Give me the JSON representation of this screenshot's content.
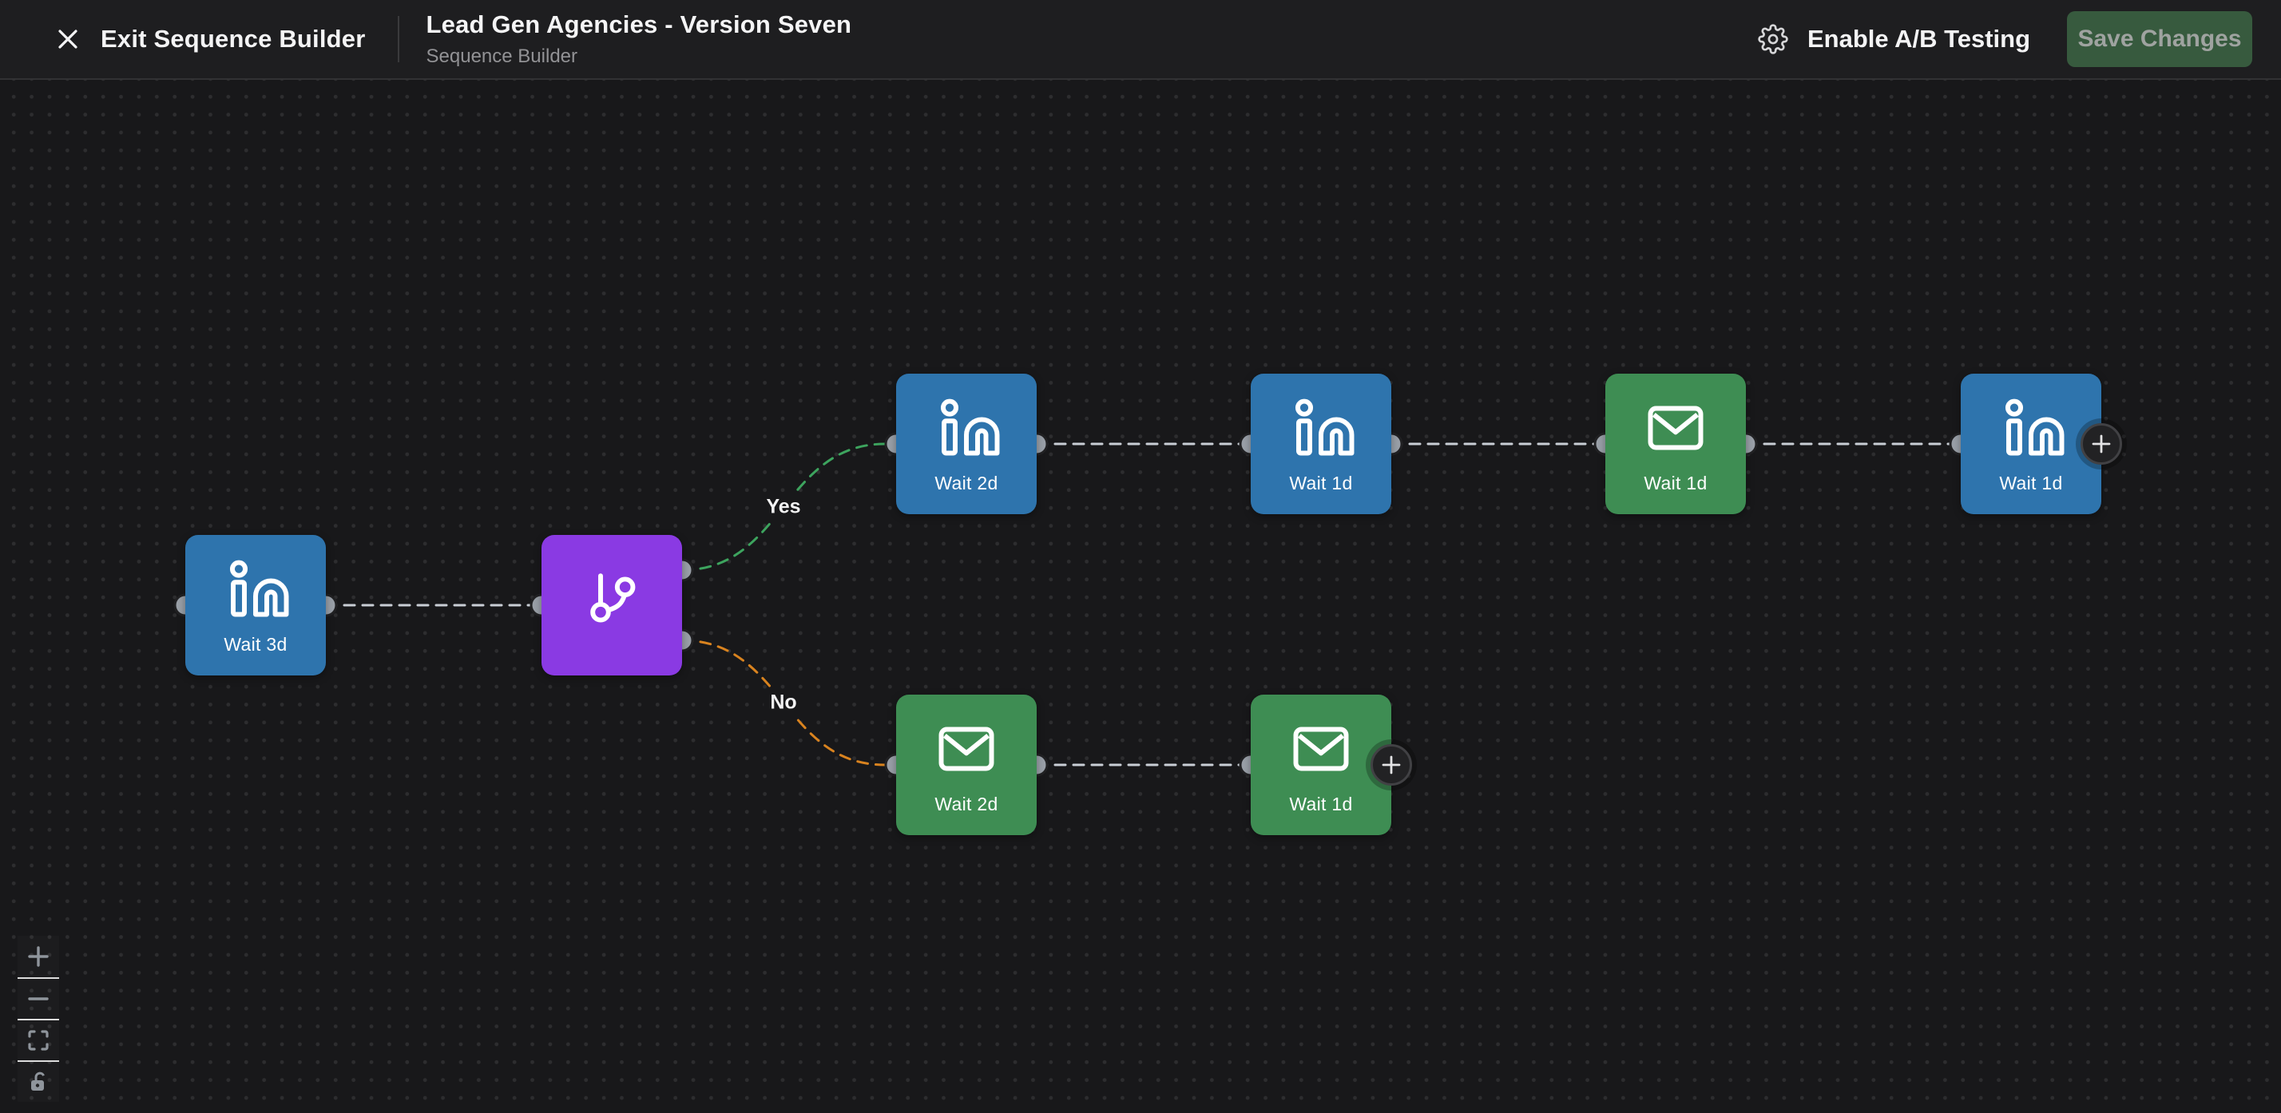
{
  "header": {
    "exit_label": "Exit Sequence Builder",
    "title": "Lead Gen Agencies - Version Seven",
    "subtitle": "Sequence Builder",
    "ab_testing_label": "Enable A/B Testing",
    "save_label": "Save Changes",
    "save_state": "disabled"
  },
  "canvas": {
    "yes_label": "Yes",
    "no_label": "No",
    "nodes": [
      {
        "type": "linkedin",
        "label": "Wait 3d"
      },
      {
        "type": "branch",
        "label": ""
      },
      {
        "type": "linkedin",
        "label": "Wait 2d"
      },
      {
        "type": "linkedin",
        "label": "Wait 1d"
      },
      {
        "type": "email",
        "label": "Wait 1d"
      },
      {
        "type": "linkedin",
        "label": "Wait 1d"
      },
      {
        "type": "email",
        "label": "Wait 2d"
      },
      {
        "type": "email",
        "label": "Wait 1d"
      }
    ]
  },
  "controls": {
    "zoom_in": "zoom in",
    "zoom_out": "zoom out",
    "fit_view": "fit view",
    "lock": "toggle interactivity"
  },
  "colors": {
    "header_bg": "#1e1e20",
    "canvas_bg": "#18181a",
    "node_blue": "#2e74ad",
    "node_green": "#3e8d53",
    "node_purple": "#8a3ae3",
    "edge_gray": "#c9ced5",
    "edge_yes_green": "#3da45e",
    "edge_no_orange": "#d9831f",
    "handle_gray": "#9aa0a8",
    "save_button_bg": "#375a3e",
    "save_button_text": "#9fa3a0"
  }
}
